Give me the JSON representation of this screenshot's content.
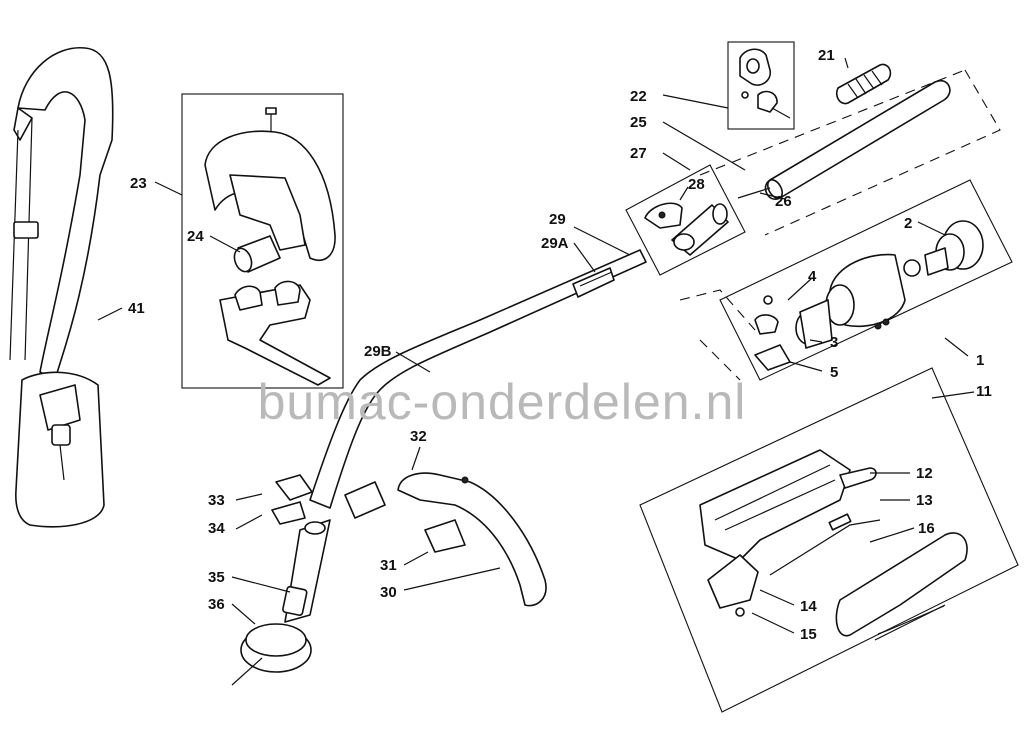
{
  "watermark": "bumac-onderdelen.nl",
  "labels": {
    "p1": "1",
    "p2": "2",
    "p3": "3",
    "p4": "4",
    "p5": "5",
    "p11": "11",
    "p12": "12",
    "p13": "13",
    "p14": "14",
    "p15": "15",
    "p16": "16",
    "p21": "21",
    "p22": "22",
    "p23": "23",
    "p24": "24",
    "p25": "25",
    "p26": "26",
    "p27": "27",
    "p28": "28",
    "p29": "29",
    "p29A": "29A",
    "p29B": "29B",
    "p30": "30",
    "p31": "31",
    "p32": "32",
    "p33": "33",
    "p34": "34",
    "p35": "35",
    "p36": "36",
    "p41": "41"
  }
}
